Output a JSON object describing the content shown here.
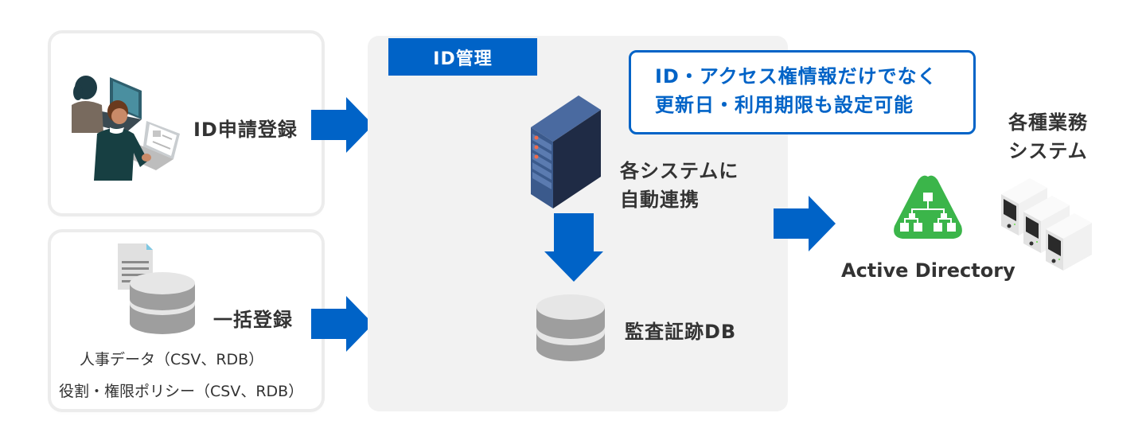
{
  "inputs": {
    "apply": {
      "label": "ID申請登録",
      "icon": "people-computer-icon"
    },
    "bulk": {
      "label": "一括登録",
      "icon": "document-database-icon",
      "sources": [
        "人事データ（CSV、RDB）",
        "役割・権限ポリシー（CSV、RDB）"
      ]
    }
  },
  "id_management": {
    "title": "ID管理",
    "callout": [
      "ID・アクセス権情報だけでなく",
      "更新日・利用期限も設定可能"
    ],
    "server_label": [
      "各システムに",
      "自動連携"
    ],
    "audit_db_label": "監査証跡DB"
  },
  "outputs": {
    "active_directory": {
      "label": "Active Directory",
      "icon": "active-directory-icon"
    },
    "business_systems": {
      "label": [
        "各種業務",
        "システム"
      ],
      "icon": "server-stack-icon"
    }
  },
  "colors": {
    "accent": "#0063c7",
    "panel_bg": "#f2f2f2",
    "ad_green": "#3bb54a",
    "text": "#333333"
  }
}
